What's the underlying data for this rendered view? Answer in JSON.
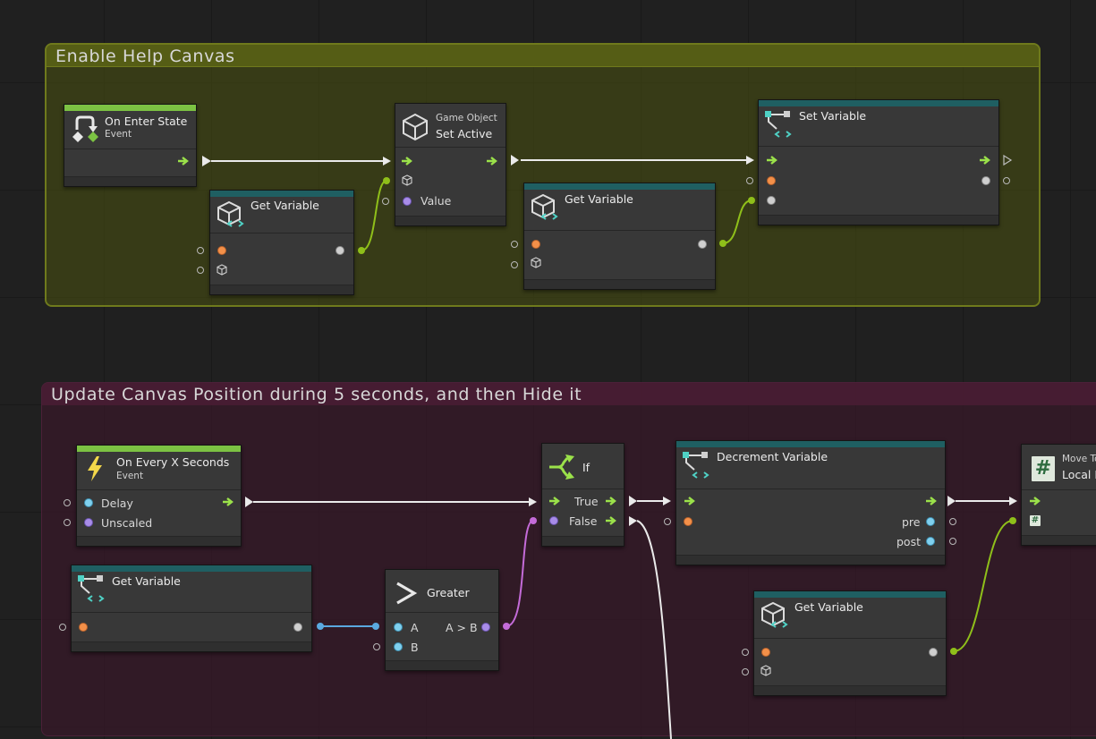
{
  "groups": {
    "enable": {
      "title": "Enable Help Canvas",
      "color": "#6f7a1c"
    },
    "update": {
      "title": "Update Canvas Position during 5 seconds, and then Hide it",
      "color": "#4b2038"
    }
  },
  "nodes": {
    "on_enter_state": {
      "title": "On Enter State",
      "subtitle": "Event",
      "icon": "state-transition-icon"
    },
    "get_var_1": {
      "title": "Get Variable",
      "icon": "cube-variable-icon"
    },
    "set_active": {
      "category": "Game Object",
      "title": "Set Active",
      "value_label": "Value",
      "icon": "cube-icon"
    },
    "get_var_2": {
      "title": "Get Variable",
      "icon": "cube-variable-icon"
    },
    "set_variable": {
      "title": "Set Variable",
      "icon": "variable-flow-icon"
    },
    "on_every_x": {
      "title": "On Every X Seconds",
      "subtitle": "Event",
      "delay_label": "Delay",
      "unscaled_label": "Unscaled",
      "icon": "lightning-icon"
    },
    "get_var_3": {
      "title": "Get Variable",
      "icon": "variable-flow-icon"
    },
    "greater": {
      "title": "Greater",
      "a_label": "A",
      "b_label": "B",
      "result_label": "A > B",
      "icon": "greater-than-icon"
    },
    "if_node": {
      "title": "If",
      "true_label": "True",
      "false_label": "False",
      "icon": "branch-icon"
    },
    "decrement": {
      "title": "Decrement Variable",
      "pre_label": "pre",
      "post_label": "post",
      "icon": "variable-flow-icon"
    },
    "get_var_4": {
      "title": "Get Variable",
      "icon": "cube-variable-icon"
    },
    "move_to": {
      "title_line1": "Move To",
      "title_line2": "Local E",
      "icon": "hash-icon"
    }
  },
  "colors": {
    "flow": "#9be24a",
    "object_port": "#f39049",
    "number_port": "#7fd0ee",
    "bool_port": "#a88ce8",
    "wire_white": "#eaeaea",
    "wire_green": "#8fbf1a",
    "wire_blue": "#5aa9e0",
    "wire_purple": "#c46bd8"
  }
}
